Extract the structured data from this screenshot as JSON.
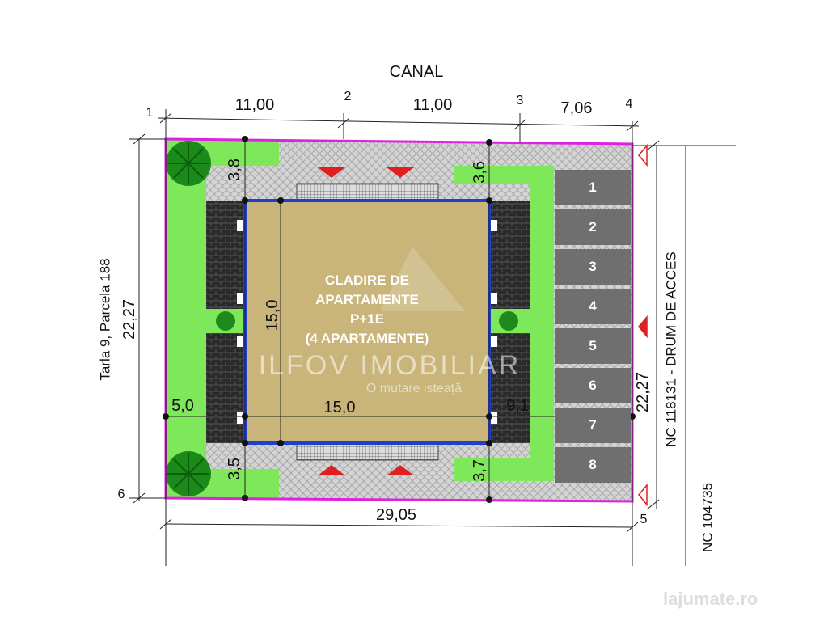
{
  "title_top": "CANAL",
  "points": [
    "1",
    "2",
    "3",
    "4",
    "5",
    "6"
  ],
  "dimensions": {
    "top_1": "11,00",
    "top_2": "11,00",
    "top_3": "7,06",
    "left": "22,27",
    "bottom": "29,05",
    "right": "22,27",
    "setback_top_left": "3,8",
    "setback_top_right": "3,6",
    "setback_bottom_left": "3,5",
    "setback_bottom_right": "3,7",
    "building_height": "15,0",
    "building_width": "15,0",
    "setback_left": "5,0",
    "setback_right": "9,1"
  },
  "neighbors": {
    "left": "Tarla 9, Parcela 188",
    "right": "NC 118131 - DRUM DE ACCES",
    "far_right": "NC 104735"
  },
  "building": {
    "line1": "CLADIRE DE",
    "line2": "APARTAMENTE",
    "line3": "P+1E",
    "line4": "(4 APARTAMENTE)"
  },
  "parking_slots": [
    "1",
    "2",
    "3",
    "4",
    "5",
    "6",
    "7",
    "8"
  ],
  "watermark": {
    "brand": "ILFOV IMOBILIAR",
    "tagline": "O mutare isteață",
    "site": "lajumate.ro"
  },
  "colors": {
    "boundary": "#e020e0",
    "building": "#c9b57a",
    "building_border": "#1f3fd0",
    "grass": "#7fe85a",
    "parking": "#6f6f6f",
    "arrow": "#e02020"
  }
}
